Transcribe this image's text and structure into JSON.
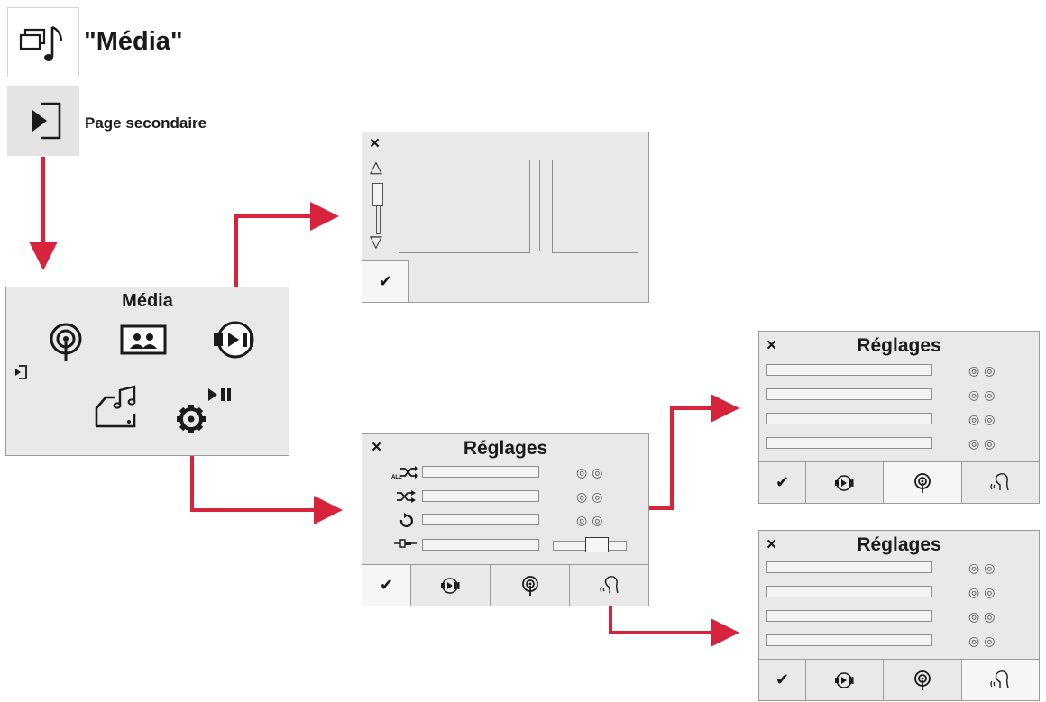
{
  "header": {
    "media_title": "\"Média\"",
    "secondary_label": "Page secondaire"
  },
  "media_panel": {
    "title": "Média"
  },
  "settings": {
    "title": "Réglages"
  },
  "glyphs": {
    "close": "×",
    "confirm": "✔",
    "up": "△",
    "down": "▽",
    "radio_pair": "◎◎"
  },
  "icons": [
    "media-source-icon",
    "secondary-page-icon",
    "radio-icon",
    "photo-icon",
    "media-player-icon",
    "music-drive-icon",
    "settings-play-icon",
    "shuffle-all-icon",
    "shuffle-icon",
    "repeat-icon",
    "aux-input-icon",
    "voice-icon"
  ],
  "colors": {
    "arrow": "#d8233c",
    "panel": "#e9e9e9",
    "border": "#9a9a9a"
  }
}
